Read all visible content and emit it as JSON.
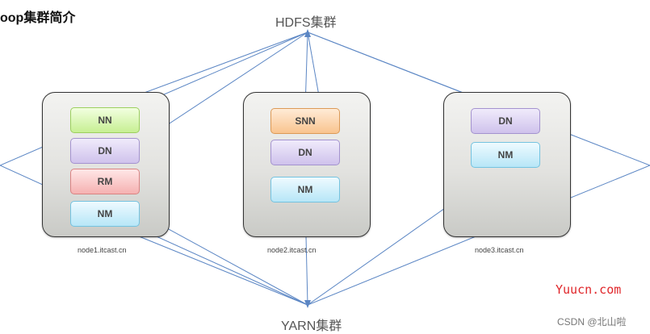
{
  "title": "oop集群简介",
  "clusters": {
    "hdfs": "HDFS集群",
    "yarn": "YARN集群"
  },
  "nodes": [
    {
      "host": "node1.itcast.cn",
      "roles": [
        "NN",
        "DN",
        "RM",
        "NM"
      ]
    },
    {
      "host": "node2.itcast.cn",
      "roles": [
        "SNN",
        "DN",
        "NM"
      ]
    },
    {
      "host": "node3.itcast.cn",
      "roles": [
        "DN",
        "NM"
      ]
    }
  ],
  "watermarks": {
    "site": "Yuucn.com",
    "csdn": "CSDN @北山啦"
  },
  "colors": {
    "line": "#5b86c4",
    "NN": "#c7ef93",
    "DN": "#cfc2ec",
    "RM": "#f5b1b1",
    "NM": "#b7e6f7",
    "SNN": "#f9c48f"
  }
}
